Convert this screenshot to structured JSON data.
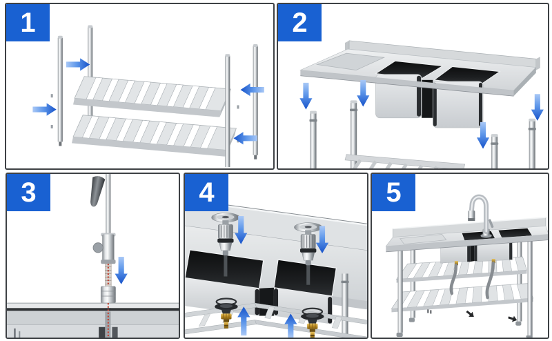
{
  "panels": [
    {
      "number": "1",
      "name": "under-shelf-and-legs-assembly",
      "arrows": [
        "arrow-right-icon",
        "arrow-right-icon",
        "arrow-left-icon",
        "arrow-left-icon"
      ]
    },
    {
      "number": "2",
      "name": "sink-top-mounting-on-legs",
      "arrows": [
        "arrow-down-icon",
        "arrow-down-icon",
        "arrow-down-icon",
        "arrow-down-icon"
      ]
    },
    {
      "number": "3",
      "name": "faucet-installation",
      "arrows": [
        "arrow-down-icon"
      ]
    },
    {
      "number": "4",
      "name": "drain-strainer-installation",
      "arrows": [
        "arrow-down-icon",
        "arrow-down-icon",
        "arrow-up-icon",
        "arrow-up-icon"
      ]
    },
    {
      "number": "5",
      "name": "assembled-sink-unit",
      "arrows": []
    }
  ],
  "icons": {
    "arrow_right": "→",
    "arrow_left": "←",
    "arrow_down": "↓",
    "arrow_up": "↑"
  },
  "colors": {
    "badge_blue": "#1961d2",
    "arrow_blue_light": "#a9c8f6",
    "arrow_blue_dark": "#1652c9",
    "panel_border": "#3e4145",
    "steel_light": "#eceeef",
    "steel_dark": "#9aa0a6",
    "bowl_dark": "#141619",
    "brass": "#c9972f",
    "background": "#ffffff"
  }
}
